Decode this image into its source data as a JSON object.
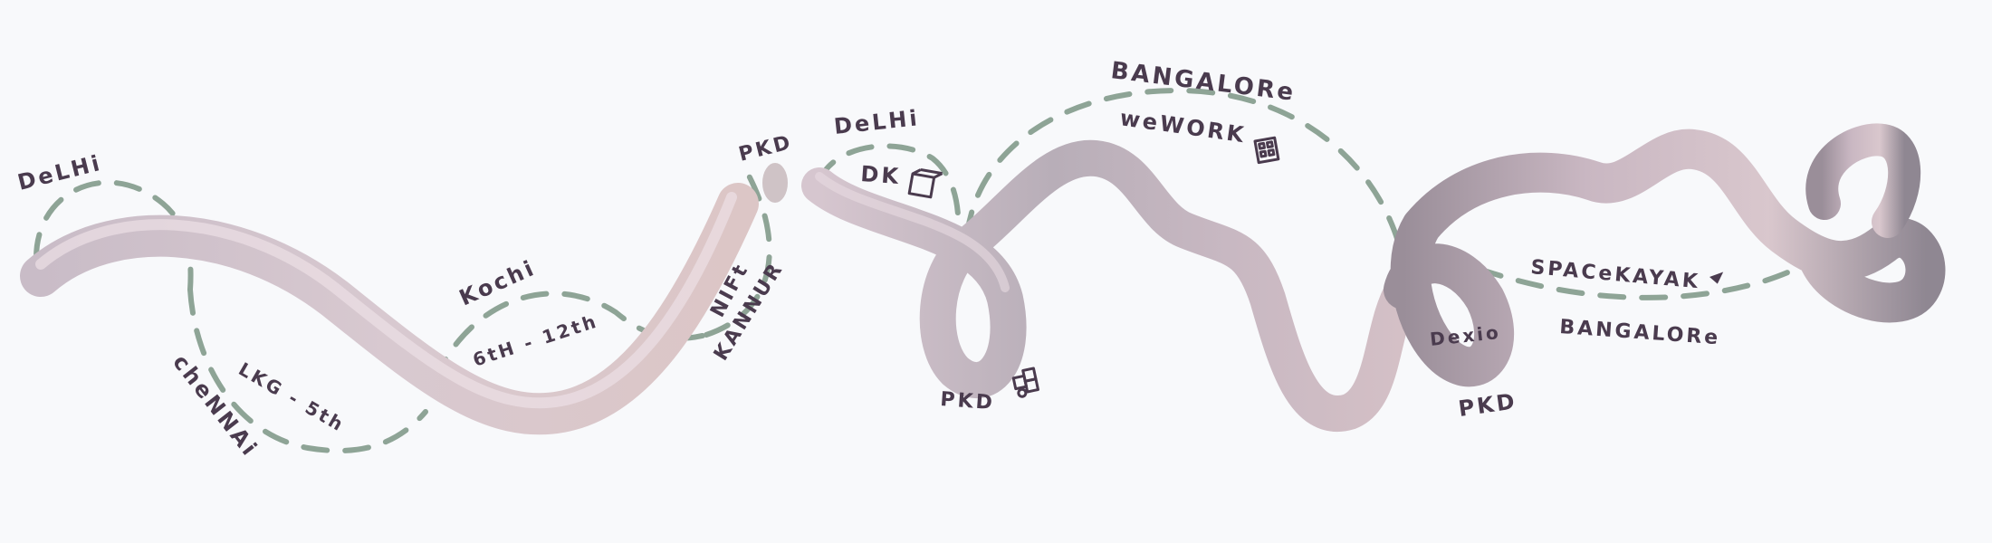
{
  "timeline": {
    "labels": {
      "delhi_1": "DeLHi",
      "chennai": "cheNNAi",
      "lkg_5th": "LKG - 5th",
      "kochi": "Kochi",
      "grade_6_12": "6tH - 12th",
      "pkd_1": "PKD",
      "nift": "NIFt",
      "kannur": "KANNUR",
      "delhi_2": "DeLHi",
      "dk": "DK",
      "pkd_2": "PKD",
      "bangalore_1": "BANGALORe",
      "wework": "weWORK",
      "dexio": "Dexio",
      "pkd_3": "PKD",
      "spacekayak": "SPACeKAYAK",
      "bangalore_2": "BANGALORe"
    },
    "icons": [
      "building-icon",
      "puzzle-icon",
      "spacekayak-arrow-icon"
    ],
    "colors": {
      "background": "#f8f9fb",
      "dashed_path": "#8ea496",
      "ribbon_light": "#d9cbd4",
      "ribbon_dark": "#8a7e8f",
      "text": "#4a3b4e"
    }
  }
}
